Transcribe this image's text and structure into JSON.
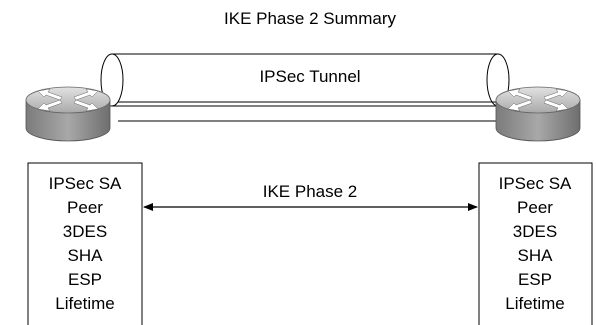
{
  "title": "IKE Phase 2 Summary",
  "tunnel_label": "IPSec Tunnel",
  "link_label": "IKE Phase 2",
  "left_peer": {
    "icon": "router-icon",
    "attributes": [
      "IPSec SA",
      "Peer",
      "3DES",
      "SHA",
      "ESP",
      "Lifetime"
    ]
  },
  "right_peer": {
    "icon": "router-icon",
    "attributes": [
      "IPSec SA",
      "Peer",
      "3DES",
      "SHA",
      "ESP",
      "Lifetime"
    ]
  },
  "colors": {
    "router_top": "#c8c8c8",
    "router_side": "#8e8e8e",
    "line": "#000000"
  }
}
